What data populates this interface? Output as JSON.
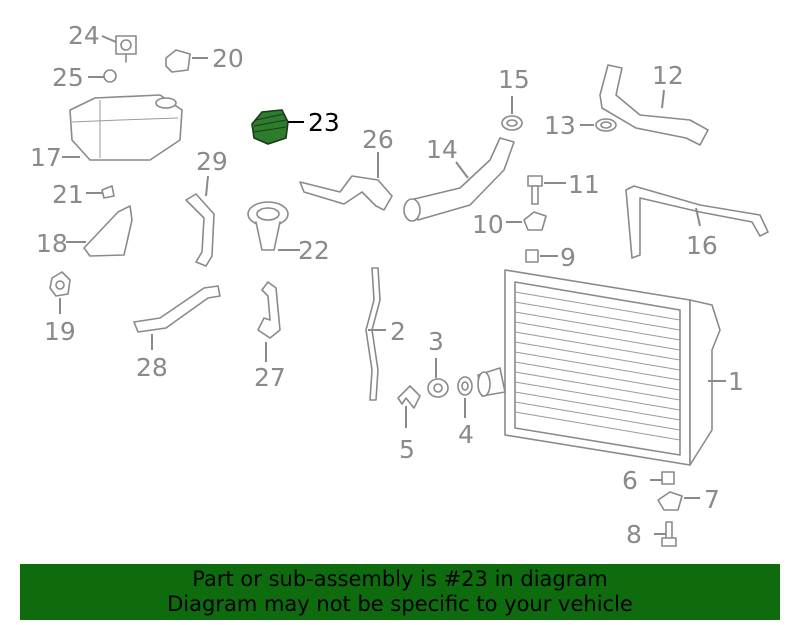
{
  "callouts": [
    {
      "id": "1",
      "label": "1"
    },
    {
      "id": "2",
      "label": "2"
    },
    {
      "id": "3",
      "label": "3"
    },
    {
      "id": "4",
      "label": "4"
    },
    {
      "id": "5",
      "label": "5"
    },
    {
      "id": "6",
      "label": "6"
    },
    {
      "id": "7",
      "label": "7"
    },
    {
      "id": "8",
      "label": "8"
    },
    {
      "id": "9",
      "label": "9"
    },
    {
      "id": "10",
      "label": "10"
    },
    {
      "id": "11",
      "label": "11"
    },
    {
      "id": "12",
      "label": "12"
    },
    {
      "id": "13",
      "label": "13"
    },
    {
      "id": "14",
      "label": "14"
    },
    {
      "id": "15",
      "label": "15"
    },
    {
      "id": "16",
      "label": "16"
    },
    {
      "id": "17",
      "label": "17"
    },
    {
      "id": "18",
      "label": "18"
    },
    {
      "id": "19",
      "label": "19"
    },
    {
      "id": "20",
      "label": "20"
    },
    {
      "id": "21",
      "label": "21"
    },
    {
      "id": "22",
      "label": "22"
    },
    {
      "id": "23",
      "label": "23"
    },
    {
      "id": "24",
      "label": "24"
    },
    {
      "id": "25",
      "label": "25"
    },
    {
      "id": "26",
      "label": "26"
    },
    {
      "id": "27",
      "label": "27"
    },
    {
      "id": "28",
      "label": "28"
    },
    {
      "id": "29",
      "label": "29"
    }
  ],
  "highlighted_part": "23",
  "colors": {
    "highlight_part": "#2e7d2e",
    "banner": "#0e6b0e",
    "callout": "#8a8a8a"
  },
  "banner": {
    "line1": "Part or sub-assembly is #23 in diagram",
    "line2": "Diagram may not be specific to your vehicle"
  }
}
